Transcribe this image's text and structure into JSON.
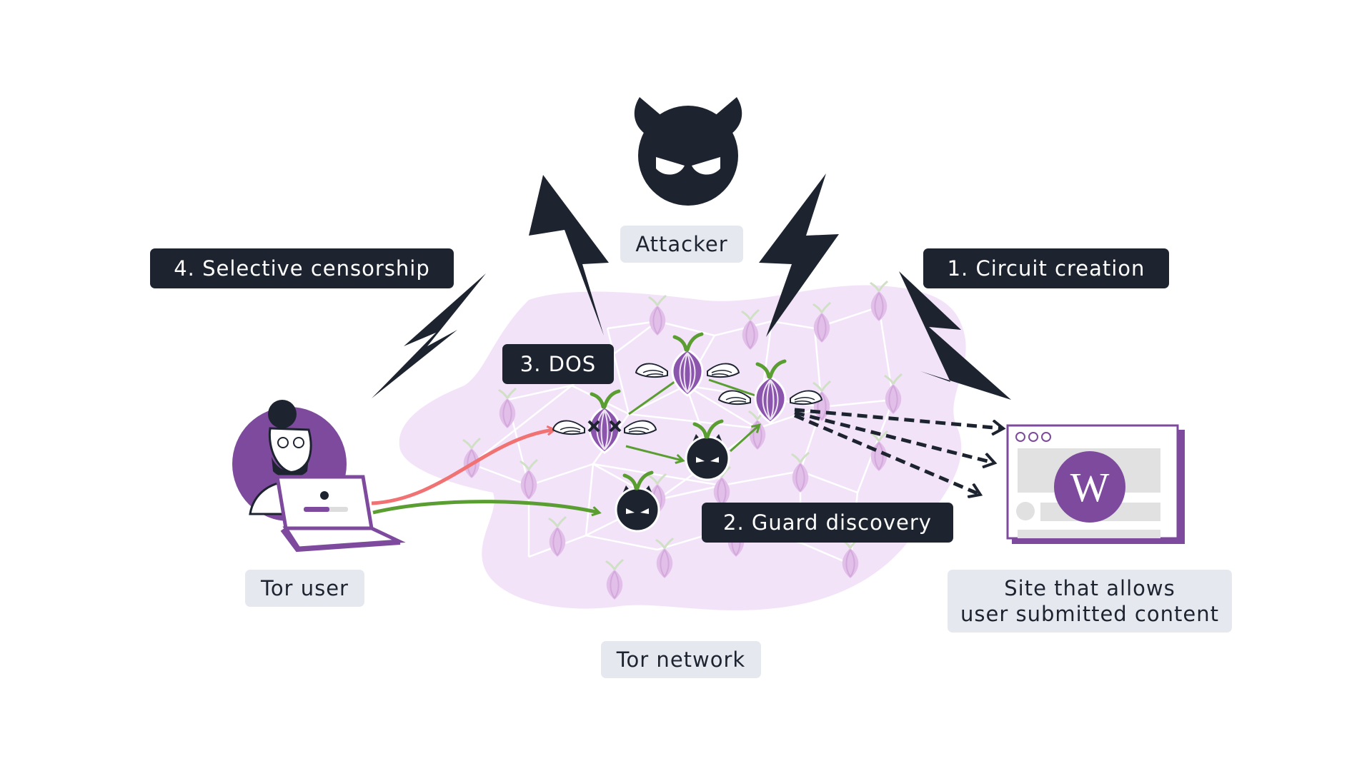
{
  "labels": {
    "attacker": "Attacker",
    "circuit_creation": "1. Circuit creation",
    "guard_discovery": "2. Guard discovery",
    "dos": "3. DOS",
    "selective_censorship": "4. Selective censorship",
    "tor_user": "Tor user",
    "tor_network": "Tor network",
    "site_line1": "Site that allows",
    "site_line2": "user submitted content"
  },
  "site_logo_letter": "W",
  "colors": {
    "dark": "#1d2430",
    "purple": "#7e4a9e",
    "light_purple": "#f2e3f9",
    "onion": "#8b55ad",
    "green_path": "#5a9e32",
    "red_path": "#f07272",
    "label_bg": "#e6e8ef"
  }
}
